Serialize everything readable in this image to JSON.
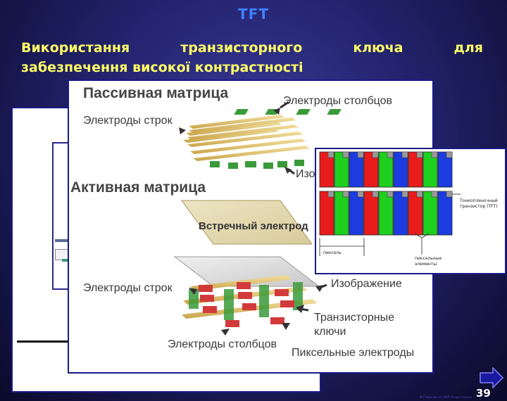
{
  "slide": {
    "title": "TFT",
    "subtitle_line1": "Використання транзисторного ключа для",
    "subtitle_line2": "забезпечення високої контрастності",
    "page_number": "39",
    "credit": "М.Гаврилюк (c) 2005  Розділ  Lecture"
  },
  "diagram": {
    "passive_heading": "Пассивная матрица",
    "passive_col_electrodes": "Электроды столбцов",
    "passive_row_electrodes": "Электроды строк",
    "passive_image_cut": "Изо",
    "active_heading": "Активная матрица",
    "counter_electrode": "Встречный электрод",
    "image_label": "Изображение",
    "row_electrodes": "Электроды строк",
    "transistor_keys_1": "Транзисторные",
    "transistor_keys_2": "ключи",
    "col_electrodes": "Электроды столбцов",
    "pixel_electrodes": "Пиксельные электроды"
  },
  "tft_inset": {
    "tft_label_1": "Тонкопленочный",
    "tft_label_2": "транзистор (TFT)",
    "pixel_label": "пиксель",
    "subpixel_label_1": "пиксельные",
    "subpixel_label_2": "элементы"
  },
  "colors": {
    "title": "#3f7fff",
    "subtitle": "#ffff66",
    "subpixel_red": "#e81c1c",
    "subpixel_green": "#1ed01e",
    "subpixel_blue": "#1c3ce0",
    "electrode_gold": "#e8cc70",
    "electrode_green": "#3a9a3a",
    "transistor_red": "#d23a3a"
  },
  "icons": {
    "next": "arrow-right-icon"
  }
}
